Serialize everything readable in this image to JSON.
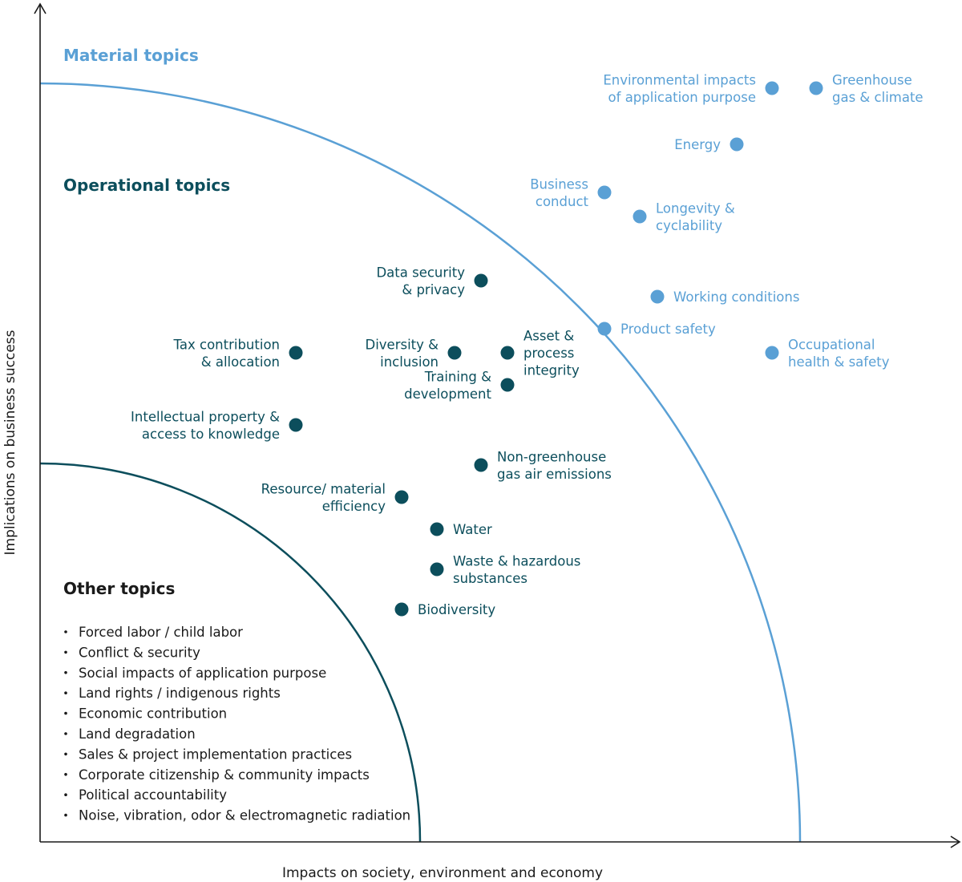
{
  "colors": {
    "material": "#5aa0d5",
    "operational": "#0c4e5c",
    "other": "#1a1a1a",
    "axis": "#1a1a1a"
  },
  "chart_data": {
    "type": "scatter",
    "xlabel": "Impacts on society, environment and economy",
    "ylabel": "Implications on business success",
    "zones": [
      {
        "name": "Material topics",
        "color": "#5aa0d5"
      },
      {
        "name": "Operational topics",
        "color": "#0c4e5c"
      },
      {
        "name": "Other topics",
        "color": "#1a1a1a"
      }
    ],
    "points": [
      {
        "label": [
          "Environmental impacts",
          "of application purpose"
        ],
        "group": "material",
        "x": 0.83,
        "y": 0.94,
        "label_side": "left"
      },
      {
        "label": [
          "Greenhouse",
          "gas & climate"
        ],
        "group": "material",
        "x": 0.88,
        "y": 0.94,
        "label_side": "right"
      },
      {
        "label": [
          "Energy"
        ],
        "group": "material",
        "x": 0.79,
        "y": 0.87,
        "label_side": "left"
      },
      {
        "label": [
          "Business",
          "conduct"
        ],
        "group": "material",
        "x": 0.64,
        "y": 0.81,
        "label_side": "left"
      },
      {
        "label": [
          "Longevity &",
          "cyclability"
        ],
        "group": "material",
        "x": 0.68,
        "y": 0.78,
        "label_side": "right"
      },
      {
        "label": [
          "Working conditions"
        ],
        "group": "material",
        "x": 0.7,
        "y": 0.68,
        "label_side": "right"
      },
      {
        "label": [
          "Product safety"
        ],
        "group": "material",
        "x": 0.64,
        "y": 0.64,
        "label_side": "right"
      },
      {
        "label": [
          "Occupational",
          "health & safety"
        ],
        "group": "material",
        "x": 0.83,
        "y": 0.61,
        "label_side": "right"
      },
      {
        "label": [
          "Data security",
          "& privacy"
        ],
        "group": "operational",
        "x": 0.5,
        "y": 0.7,
        "label_side": "left"
      },
      {
        "label": [
          "Tax contribution",
          "& allocation"
        ],
        "group": "operational",
        "x": 0.29,
        "y": 0.61,
        "label_side": "left"
      },
      {
        "label": [
          "Diversity &",
          "inclusion"
        ],
        "group": "operational",
        "x": 0.47,
        "y": 0.61,
        "label_side": "left"
      },
      {
        "label": [
          "Asset &",
          "process",
          "integrity"
        ],
        "group": "operational",
        "x": 0.53,
        "y": 0.61,
        "label_side": "right"
      },
      {
        "label": [
          "Training &",
          "development"
        ],
        "group": "operational",
        "x": 0.53,
        "y": 0.57,
        "label_side": "left"
      },
      {
        "label": [
          "Intellectual property &",
          "access to knowledge"
        ],
        "group": "operational",
        "x": 0.29,
        "y": 0.52,
        "label_side": "left"
      },
      {
        "label": [
          "Non-greenhouse",
          "gas air emissions"
        ],
        "group": "operational",
        "x": 0.5,
        "y": 0.47,
        "label_side": "right"
      },
      {
        "label": [
          "Resource/ material",
          "efficiency"
        ],
        "group": "operational",
        "x": 0.41,
        "y": 0.43,
        "label_side": "left"
      },
      {
        "label": [
          "Water"
        ],
        "group": "operational",
        "x": 0.45,
        "y": 0.39,
        "label_side": "right"
      },
      {
        "label": [
          "Waste & hazardous",
          "substances"
        ],
        "group": "operational",
        "x": 0.45,
        "y": 0.34,
        "label_side": "right"
      },
      {
        "label": [
          "Biodiversity"
        ],
        "group": "operational",
        "x": 0.41,
        "y": 0.29,
        "label_side": "right"
      }
    ],
    "other_topics": [
      "Forced labor / child labor",
      "Conflict & security",
      "Social impacts of application purpose",
      "Land rights / indigenous rights",
      "Economic contribution",
      "Land degradation",
      "Sales & project implementation practices",
      "Corporate citizenship & community impacts",
      "Political accountability",
      "Noise, vibration, odor & electromagnetic radiation"
    ]
  }
}
